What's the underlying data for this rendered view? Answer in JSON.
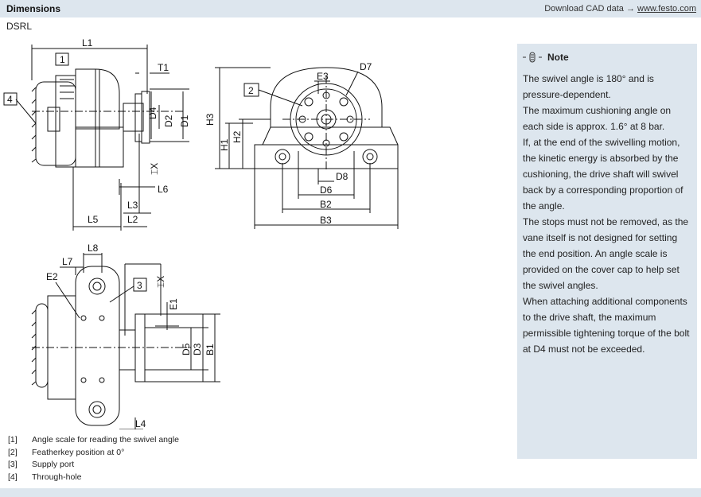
{
  "header": {
    "title": "Dimensions",
    "cad_label": "Download CAD data →",
    "cad_link": "www.festo.com"
  },
  "product": "DSRL",
  "drawing_labels": {
    "L1": "L1",
    "T1": "T1",
    "D4": "D4",
    "D2": "D2",
    "D1": "D1",
    "L6": "L6",
    "L3": "L3",
    "L5": "L5",
    "L2": "L2",
    "H3": "H3",
    "H1": "H1",
    "H2": "H2",
    "E3": "E3",
    "D7": "D7",
    "D8": "D8",
    "D6": "D6",
    "B2": "B2",
    "B3": "B3",
    "L8": "L8",
    "L7": "L7",
    "E2": "E2",
    "E1": "E1",
    "D5": "D5",
    "D3": "D3",
    "B1": "B1",
    "L4": "L4",
    "callout1": "1",
    "callout2": "2",
    "callout3": "3",
    "callout4": "4"
  },
  "note": {
    "title": "Note",
    "paragraphs": [
      "The swivel angle is 180° and is pressure-dependent.",
      "The maximum cushioning angle on each side is approx. 1.6° at 8 bar.",
      "If, at the end of the swivelling motion, the kinetic energy is absorbed by the cushioning, the drive shaft will swivel back by a corresponding proportion of the angle.",
      "The stops must not be removed, as the vane itself is not designed for setting the end position. An angle scale is provided on the cover cap to help set the swivel angles.",
      "When attaching additional components to the drive shaft, the maximum permissible tightening torque of the bolt at D4 must not be exceeded."
    ]
  },
  "legend": [
    {
      "num": "[1]",
      "text": "Angle scale for reading the swivel angle"
    },
    {
      "num": "[2]",
      "text": "Featherkey position at 0°"
    },
    {
      "num": "[3]",
      "text": "Supply port"
    },
    {
      "num": "[4]",
      "text": "Through-hole"
    }
  ]
}
